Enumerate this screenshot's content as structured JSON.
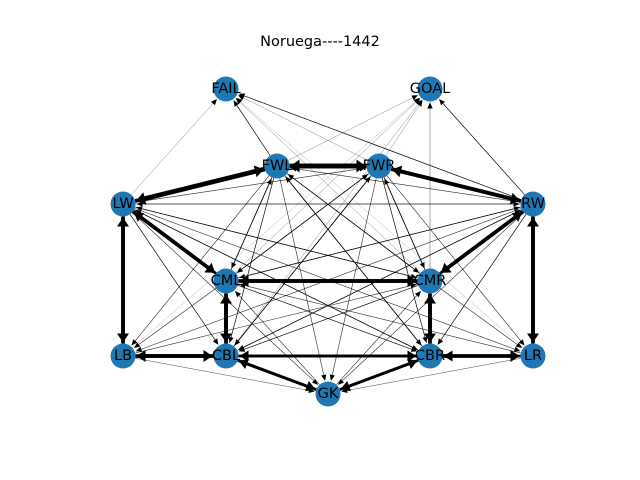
{
  "title": "Noruega----1442",
  "node_color": "#1f77b4",
  "edge_color": "#000000",
  "nodes": [
    {
      "id": "FAIL",
      "label": "FAIL"
    },
    {
      "id": "GOAL",
      "label": "GOAL"
    },
    {
      "id": "FWL",
      "label": "FWL"
    },
    {
      "id": "FWR",
      "label": "FWR"
    },
    {
      "id": "LW",
      "label": "LW"
    },
    {
      "id": "RW",
      "label": "RW"
    },
    {
      "id": "CML",
      "label": "CML"
    },
    {
      "id": "CMR",
      "label": "CMR"
    },
    {
      "id": "LB",
      "label": "LB"
    },
    {
      "id": "CBL",
      "label": "CBL"
    },
    {
      "id": "CBR",
      "label": "CBR"
    },
    {
      "id": "LR",
      "label": "LR"
    },
    {
      "id": "GK",
      "label": "GK"
    }
  ],
  "edges": [
    {
      "source": "FWL",
      "target": "FWR",
      "weight": 5
    },
    {
      "source": "FWR",
      "target": "FWL",
      "weight": 5
    },
    {
      "source": "FWL",
      "target": "LW",
      "weight": 5
    },
    {
      "source": "LW",
      "target": "FWL",
      "weight": 4
    },
    {
      "source": "FWR",
      "target": "RW",
      "weight": 4
    },
    {
      "source": "RW",
      "target": "FWR",
      "weight": 4
    },
    {
      "source": "LW",
      "target": "LB",
      "weight": 4
    },
    {
      "source": "LB",
      "target": "LW",
      "weight": 4
    },
    {
      "source": "RW",
      "target": "LR",
      "weight": 4
    },
    {
      "source": "LR",
      "target": "RW",
      "weight": 4
    },
    {
      "source": "LW",
      "target": "CML",
      "weight": 4
    },
    {
      "source": "CML",
      "target": "LW",
      "weight": 3
    },
    {
      "source": "RW",
      "target": "CMR",
      "weight": 4
    },
    {
      "source": "CMR",
      "target": "RW",
      "weight": 3
    },
    {
      "source": "CML",
      "target": "CMR",
      "weight": 4
    },
    {
      "source": "CMR",
      "target": "CML",
      "weight": 4
    },
    {
      "source": "CML",
      "target": "CBL",
      "weight": 4
    },
    {
      "source": "CBL",
      "target": "CML",
      "weight": 4
    },
    {
      "source": "CMR",
      "target": "CBR",
      "weight": 4
    },
    {
      "source": "CBR",
      "target": "CMR",
      "weight": 4
    },
    {
      "source": "LB",
      "target": "CBL",
      "weight": 4
    },
    {
      "source": "CBL",
      "target": "LB",
      "weight": 4
    },
    {
      "source": "CBR",
      "target": "LR",
      "weight": 4
    },
    {
      "source": "LR",
      "target": "CBR",
      "weight": 3
    },
    {
      "source": "CBL",
      "target": "CBR",
      "weight": 3
    },
    {
      "source": "CBR",
      "target": "CBL",
      "weight": 3
    },
    {
      "source": "CBL",
      "target": "GK",
      "weight": 3
    },
    {
      "source": "GK",
      "target": "CBL",
      "weight": 3
    },
    {
      "source": "CBR",
      "target": "GK",
      "weight": 3
    },
    {
      "source": "GK",
      "target": "CBR",
      "weight": 3
    },
    {
      "source": "LW",
      "target": "RW",
      "weight": 0.5
    },
    {
      "source": "RW",
      "target": "LW",
      "weight": 0.5
    },
    {
      "source": "FWL",
      "target": "FAIL",
      "weight": 0.6
    },
    {
      "source": "RW",
      "target": "FAIL",
      "weight": 0.6
    },
    {
      "source": "RW",
      "target": "GOAL",
      "weight": 0.6
    },
    {
      "source": "LW",
      "target": "FAIL",
      "weight": 0.3
    },
    {
      "source": "CML",
      "target": "GOAL",
      "weight": 0.3
    },
    {
      "source": "CBL",
      "target": "GOAL",
      "weight": 0.3
    },
    {
      "source": "FWL",
      "target": "GOAL",
      "weight": 0.3
    },
    {
      "source": "FWR",
      "target": "GOAL",
      "weight": 0.3
    },
    {
      "source": "CMR",
      "target": "GOAL",
      "weight": 0.3
    },
    {
      "source": "FWR",
      "target": "FAIL",
      "weight": 0.3
    },
    {
      "source": "CMR",
      "target": "FAIL",
      "weight": 0.3
    },
    {
      "source": "LW",
      "target": "CMR",
      "weight": 0.6
    },
    {
      "source": "LW",
      "target": "CBR",
      "weight": 0.6
    },
    {
      "source": "LW",
      "target": "GK",
      "weight": 0.5
    },
    {
      "source": "LW",
      "target": "CBL",
      "weight": 0.6
    },
    {
      "source": "LW",
      "target": "FWR",
      "weight": 0.5
    },
    {
      "source": "RW",
      "target": "CML",
      "weight": 0.6
    },
    {
      "source": "RW",
      "target": "CBL",
      "weight": 0.6
    },
    {
      "source": "RW",
      "target": "GK",
      "weight": 0.5
    },
    {
      "source": "RW",
      "target": "CBR",
      "weight": 0.6
    },
    {
      "source": "RW",
      "target": "FWL",
      "weight": 0.5
    },
    {
      "source": "RW",
      "target": "LB",
      "weight": 0.5
    },
    {
      "source": "LW",
      "target": "LR",
      "weight": 0.5
    },
    {
      "source": "FWL",
      "target": "CML",
      "weight": 0.6
    },
    {
      "source": "FWL",
      "target": "CMR",
      "weight": 0.6
    },
    {
      "source": "FWL",
      "target": "CBL",
      "weight": 0.6
    },
    {
      "source": "FWL",
      "target": "CBR",
      "weight": 0.6
    },
    {
      "source": "FWL",
      "target": "GK",
      "weight": 0.5
    },
    {
      "source": "FWL",
      "target": "LB",
      "weight": 0.5
    },
    {
      "source": "FWR",
      "target": "CML",
      "weight": 0.6
    },
    {
      "source": "FWR",
      "target": "CMR",
      "weight": 0.6
    },
    {
      "source": "FWR",
      "target": "CBL",
      "weight": 0.6
    },
    {
      "source": "FWR",
      "target": "CBR",
      "weight": 0.6
    },
    {
      "source": "FWR",
      "target": "GK",
      "weight": 0.5
    },
    {
      "source": "FWR",
      "target": "LR",
      "weight": 0.5
    },
    {
      "source": "CML",
      "target": "FWL",
      "weight": 0.6
    },
    {
      "source": "CML",
      "target": "FWR",
      "weight": 0.6
    },
    {
      "source": "CMR",
      "target": "FWL",
      "weight": 0.6
    },
    {
      "source": "CMR",
      "target": "FWR",
      "weight": 0.6
    },
    {
      "source": "CBL",
      "target": "FWR",
      "weight": 0.6
    },
    {
      "source": "CBR",
      "target": "FWL",
      "weight": 0.6
    },
    {
      "source": "CML",
      "target": "CBR",
      "weight": 0.6
    },
    {
      "source": "CMR",
      "target": "CBL",
      "weight": 0.6
    },
    {
      "source": "CML",
      "target": "LB",
      "weight": 0.5
    },
    {
      "source": "CMR",
      "target": "LR",
      "weight": 0.5
    },
    {
      "source": "CML",
      "target": "RW",
      "weight": 0.5
    },
    {
      "source": "CMR",
      "target": "LW",
      "weight": 0.5
    },
    {
      "source": "LB",
      "target": "CMR",
      "weight": 0.5
    },
    {
      "source": "LR",
      "target": "CML",
      "weight": 0.5
    },
    {
      "source": "LB",
      "target": "CBR",
      "weight": 0.4
    },
    {
      "source": "LR",
      "target": "CBL",
      "weight": 0.4
    },
    {
      "source": "LB",
      "target": "GK",
      "weight": 0.4
    },
    {
      "source": "LR",
      "target": "GK",
      "weight": 0.4
    },
    {
      "source": "CBL",
      "target": "LR",
      "weight": 0.4
    },
    {
      "source": "CBR",
      "target": "LB",
      "weight": 0.4
    },
    {
      "source": "GK",
      "target": "CML",
      "weight": 0.5
    },
    {
      "source": "GK",
      "target": "CMR",
      "weight": 0.5
    },
    {
      "source": "CBL",
      "target": "RW",
      "weight": 0.5
    },
    {
      "source": "CBR",
      "target": "LW",
      "weight": 0.5
    },
    {
      "source": "LB",
      "target": "GOAL",
      "weight": 0.2
    },
    {
      "source": "CBR",
      "target": "GOAL",
      "weight": 0.2
    },
    {
      "source": "LR",
      "target": "FAIL",
      "weight": 0.2
    }
  ]
}
